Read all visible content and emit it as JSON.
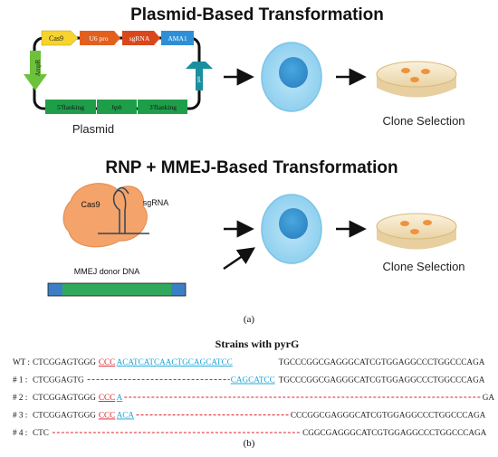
{
  "panel_a": {
    "plasmid_section": {
      "title": "Plasmid-Based Transformation",
      "plasmid_label": "Plasmid",
      "clone_label": "Clone Selection",
      "features": {
        "cas9": "Cas9",
        "u6pro": "U6 pro",
        "sgrna": "sgRNA",
        "ama1": "AMA1",
        "ampr": "AmpR",
        "ori": "ori",
        "flank5": "5'flanking",
        "hph": "hph",
        "flank3": "3'flanking"
      }
    },
    "rnp_section": {
      "title": "RNP + MMEJ-Based Transformation",
      "cas9_label": "Cas9",
      "sgrna_label": "sgRNA",
      "donor_label": "MMEJ donor DNA",
      "clone_label": "Clone Selection"
    },
    "caption": "(a)"
  },
  "panel_b": {
    "title": "Strains with pyrG",
    "caption": "(b)",
    "colors": {
      "red": "#e0202a",
      "blue": "#1aa3d6",
      "black": "#222222",
      "dash": "#e0202a"
    },
    "rows": [
      {
        "label": "WT :",
        "seg1": "CTCGGAGTGGG",
        "red": "CCC",
        "blue": "ACATCATCAACTGCAGCATCC",
        "tail": "TGCCCGGCGAGGGCATCGTGGAGGCCCTGGCCCAGA"
      },
      {
        "label": "# 1 :",
        "seg1": "CTCGGAGTG",
        "blue": "CAGCATCC",
        "tail": "TGCCCGGCGAGGGCATCGTGGAGGCCCTGGCCCAGA"
      },
      {
        "label": "# 2 :",
        "seg1": "CTCGGAGTGGG",
        "red": "CCC",
        "blue": "A",
        "tail": "GA"
      },
      {
        "label": "# 3 :",
        "seg1": "CTCGGAGTGGG",
        "red": "CCC",
        "blue": "ACA",
        "tail": "CCCGGCGAGGGCATCGTGGAGGCCCTGGCCCAGA"
      },
      {
        "label": "# 4 :",
        "seg1": "CTC",
        "tail": "CGGCGAGGGCATCGTGGAGGCCCTGGCCCAGA"
      }
    ]
  }
}
